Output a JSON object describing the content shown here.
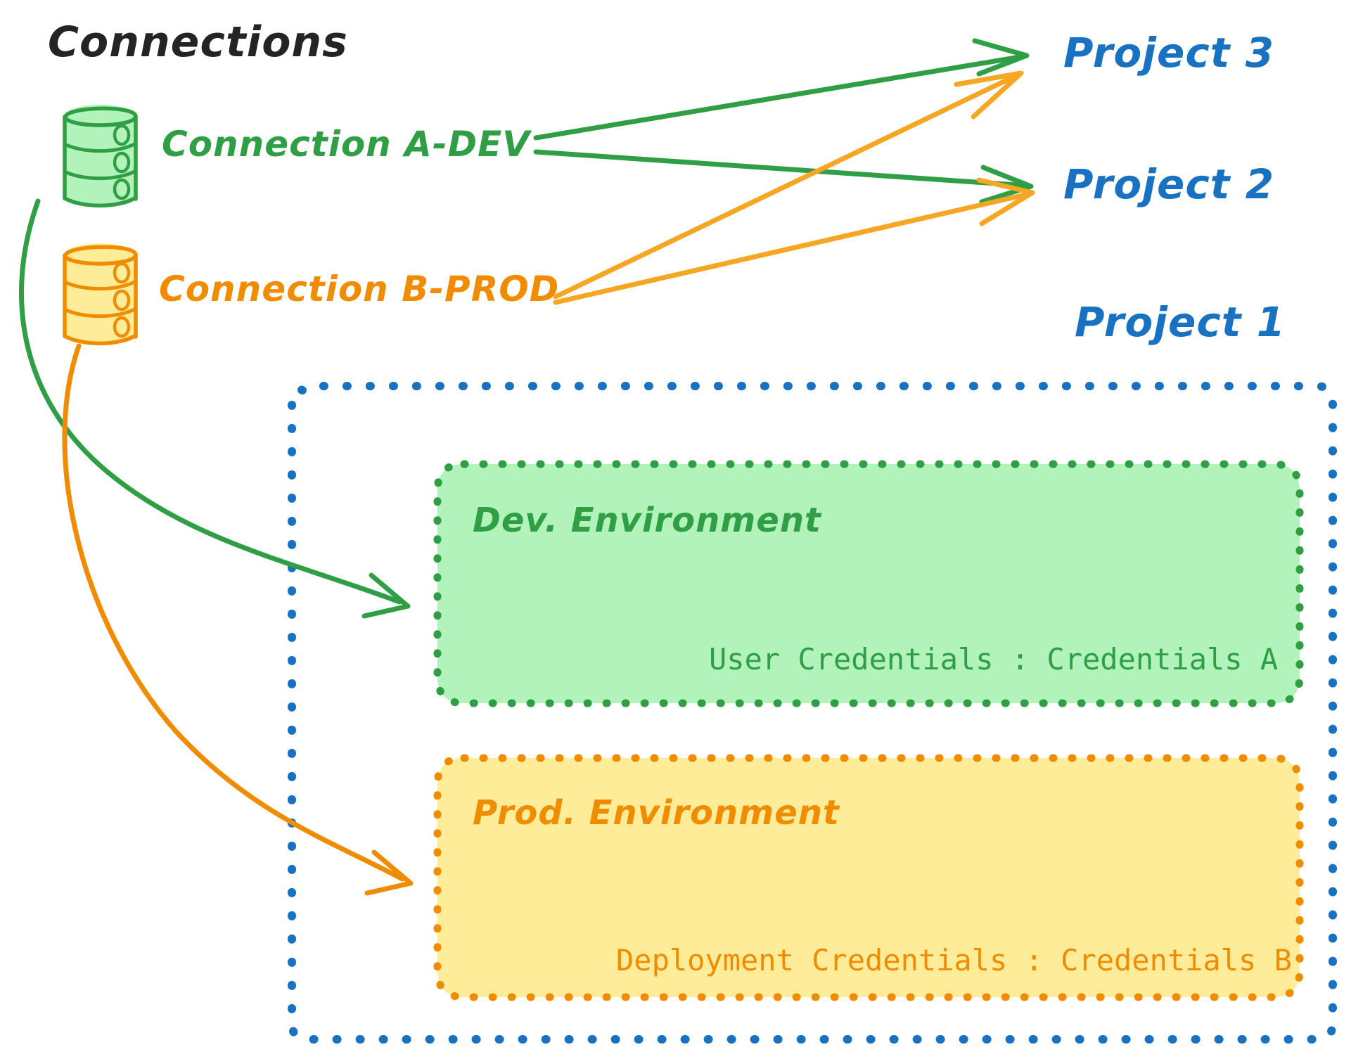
{
  "diagram": {
    "title": "Connections",
    "title_color": "#242424",
    "colors": {
      "green": "#2f9e44",
      "green_fill": "#b2f2bb",
      "orange": "#f08c00",
      "orange_fill": "#ffec99",
      "blue": "#1971c2",
      "black": "#242424",
      "background": "#ffffff"
    },
    "connections": [
      {
        "id": "conn-a-dev",
        "label": "Connection A-DEV",
        "color": "#2f9e44",
        "fill": "#b2f2bb",
        "icon": "database-cylinder-icon"
      },
      {
        "id": "conn-b-prod",
        "label": "Connection B-PROD",
        "color": "#f08c00",
        "fill": "#ffec99",
        "icon": "database-cylinder-icon"
      }
    ],
    "projects": [
      {
        "id": "project-3",
        "label": "Project 3",
        "color": "#1971c2"
      },
      {
        "id": "project-2",
        "label": "Project 2",
        "color": "#1971c2"
      },
      {
        "id": "project-1",
        "label": "Project 1",
        "color": "#1971c2"
      }
    ],
    "project_1_container": {
      "label": "Project 1",
      "border_color": "#1971c2",
      "border_style": "dotted"
    },
    "environments": [
      {
        "id": "dev-environment",
        "title": "Dev. Environment",
        "credential_label": "User Credentials",
        "credential_separator": ":",
        "credential_value": "Credentials A",
        "credential_line": "User Credentials : Credentials A",
        "border_color": "#2f9e44",
        "fill": "#b2f2bb"
      },
      {
        "id": "prod-environment",
        "title": "Prod. Environment",
        "credential_label": "Deployment Credentials",
        "credential_separator": ":",
        "credential_value": "Credentials B",
        "credential_line": "Deployment Credentials : Credentials B",
        "border_color": "#f08c00",
        "fill": "#ffec99"
      }
    ],
    "edges": [
      {
        "id": "edge-a-dev-to-project-3",
        "from": "conn-a-dev",
        "to": "project-3",
        "color": "#2f9e44"
      },
      {
        "id": "edge-a-dev-to-project-2",
        "from": "conn-a-dev",
        "to": "project-2",
        "color": "#2f9e44"
      },
      {
        "id": "edge-a-dev-to-dev-environment",
        "from": "conn-a-dev",
        "to": "dev-environment",
        "color": "#2f9e44"
      },
      {
        "id": "edge-b-prod-to-project-3",
        "from": "conn-b-prod",
        "to": "project-3",
        "color": "#f08c00"
      },
      {
        "id": "edge-b-prod-to-project-2",
        "from": "conn-b-prod",
        "to": "project-2",
        "color": "#f08c00"
      },
      {
        "id": "edge-b-prod-to-prod-environment",
        "from": "conn-b-prod",
        "to": "prod-environment",
        "color": "#f08c00"
      }
    ]
  }
}
